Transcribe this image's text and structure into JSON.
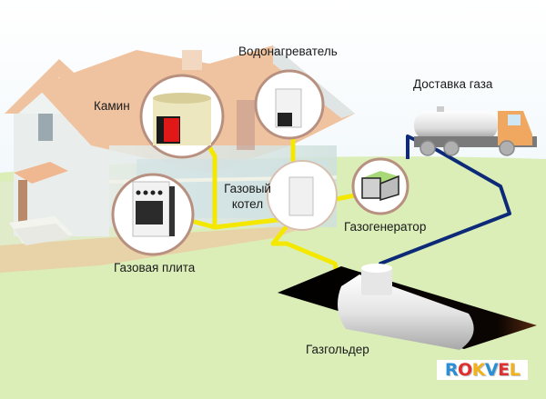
{
  "labels": {
    "water_heater": "Водонагреватель",
    "fireplace": "Камин",
    "gas_delivery": "Доставка газа",
    "gas_boiler_line1": "Газовый",
    "gas_boiler_line2": "котел",
    "gas_generator": "Газогенератор",
    "gas_stove": "Газовая плита",
    "gas_holder": "Газгольдер"
  },
  "logo": {
    "letters": [
      "R",
      "O",
      "K",
      "V",
      "E",
      "L"
    ],
    "colors": [
      "#2a8fd6",
      "#e02f2f",
      "#f2b21c",
      "#2a8fd6",
      "#e02f2f",
      "#f2b21c"
    ]
  },
  "colors": {
    "gas_pipe": "#f5e800",
    "delivery_pipe": "#0d2a78",
    "ground": "#dbeeb8",
    "roof": "#f0c3a0",
    "truck_cab": "#f0a860"
  }
}
